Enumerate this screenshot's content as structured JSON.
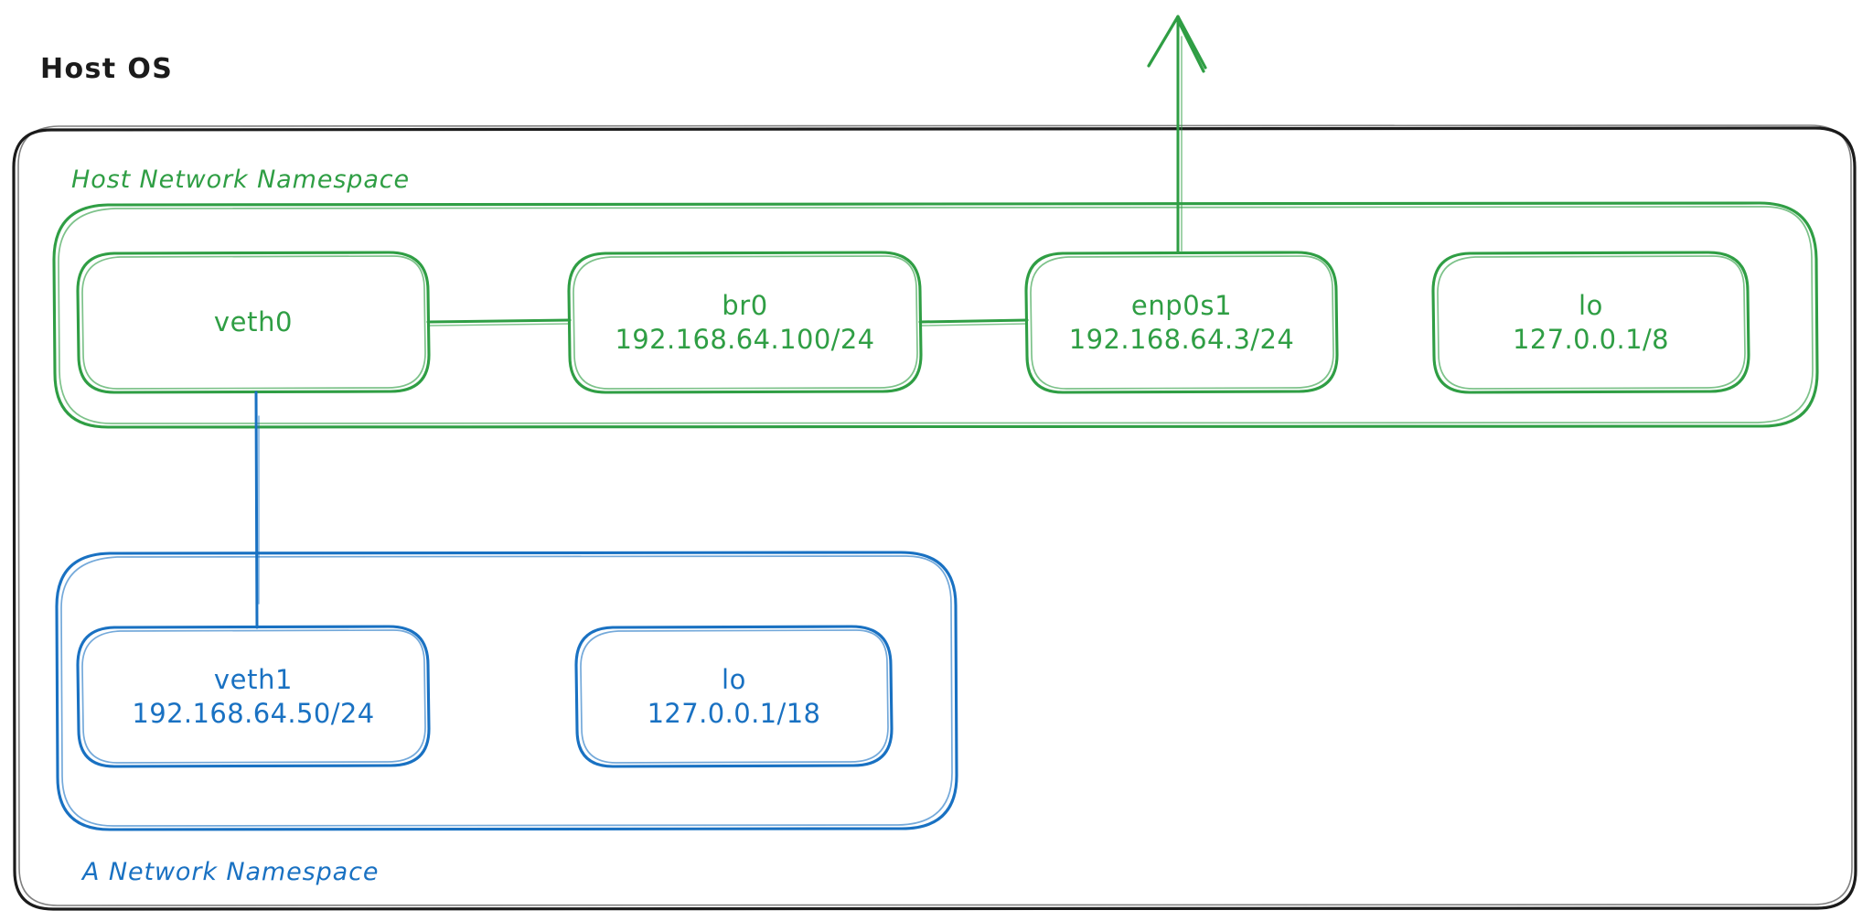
{
  "diagram": {
    "title": "Host OS",
    "type": "network-namespace-diagram",
    "colors": {
      "host_os_border": "#1b1b1b",
      "host_namespace": "#2f9e44",
      "container_namespace": "#1971c2",
      "background": "#ffffff"
    }
  },
  "host_os": {
    "label": "Host OS"
  },
  "host_namespace": {
    "label": "Host Network Namespace",
    "color": "#2f9e44",
    "interfaces": [
      {
        "name": "veth0",
        "address": "",
        "has_address": false
      },
      {
        "name": "br0",
        "address": "192.168.64.100/24",
        "has_address": true
      },
      {
        "name": "enp0s1",
        "address": "192.168.64.3/24",
        "has_address": true
      },
      {
        "name": "lo",
        "address": "127.0.0.1/8",
        "has_address": true
      }
    ]
  },
  "container_namespace": {
    "label": "A Network Namespace",
    "color": "#1971c2",
    "interfaces": [
      {
        "name": "veth1",
        "address": "192.168.64.50/24",
        "has_address": true
      },
      {
        "name": "lo",
        "address": "127.0.0.1/18",
        "has_address": true
      }
    ]
  },
  "connections": [
    {
      "id": "veth0-br0",
      "from": "veth0",
      "to": "br0",
      "color": "#2f9e44",
      "orientation": "horizontal"
    },
    {
      "id": "br0-enp0s1",
      "from": "br0",
      "to": "enp0s1",
      "color": "#2f9e44",
      "orientation": "horizontal"
    },
    {
      "id": "enp0s1-uplink",
      "from": "enp0s1",
      "to": "external-network",
      "color": "#2f9e44",
      "orientation": "vertical",
      "arrow": "up"
    },
    {
      "id": "veth0-veth1",
      "from": "veth0",
      "to": "veth1",
      "color": "#1971c2",
      "orientation": "vertical"
    }
  ]
}
